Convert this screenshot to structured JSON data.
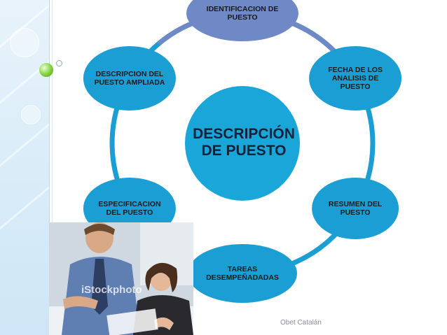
{
  "diagram": {
    "center": {
      "text": "DESCRIPCIÓN\nDE PUESTO",
      "color": "#1aa6d9"
    },
    "nodes": [
      {
        "id": "identificacion",
        "text": "IDENTIFICACION DE\nPUESTO",
        "color": "#6f88c6"
      },
      {
        "id": "fecha",
        "text": "FECHA DE LOS\nANALISIS DE\nPUESTO",
        "color": "#1a9ed4"
      },
      {
        "id": "resumen",
        "text": "RESUMEN DEL\nPUESTO",
        "color": "#1a9ed4"
      },
      {
        "id": "tareas",
        "text": "TAREAS\nDESEMPEÑADADAS",
        "color": "#1a9ed4"
      },
      {
        "id": "especificacion",
        "text": "ESPECIFICACION\nDEL PUESTO",
        "color": "#1a9ed4"
      },
      {
        "id": "descripcion",
        "text": "DESCRIPCION DEL\nPUESTO AMPLIADA",
        "color": "#1a9ed4"
      }
    ],
    "ring_colors": [
      "#6f88c6",
      "#1a9ed4"
    ]
  },
  "photo": {
    "watermark": "iStockphoto"
  },
  "footer": {
    "credit": "Obet Catalán"
  }
}
